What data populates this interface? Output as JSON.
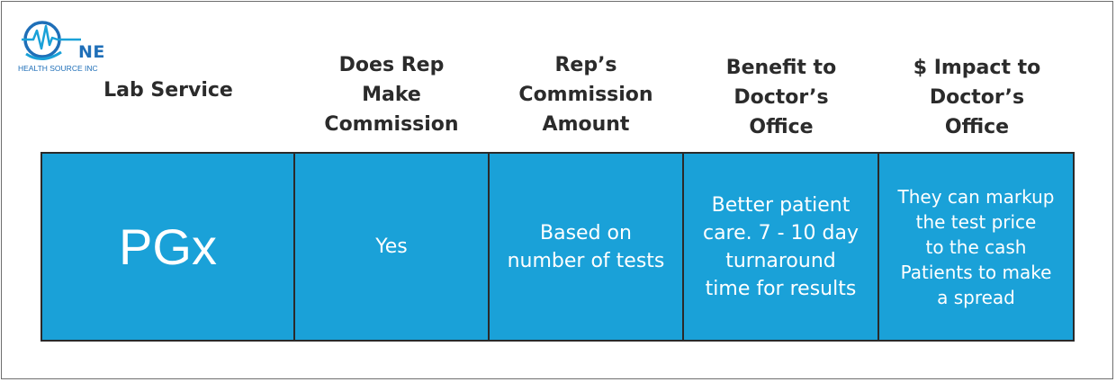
{
  "logo": {
    "icon": "heartbeat-globe-icon",
    "text": "NE",
    "subtitle": "HEALTH SOURCE INC"
  },
  "headers": [
    "Lab Service",
    "Does Rep\nMake\nCommission",
    "Rep’s\nCommission\nAmount",
    "Benefit to\nDoctor’s\nOffice",
    "$ Impact to\nDoctor’s\nOffice"
  ],
  "row": [
    "PGx",
    "Yes",
    "Based on\nnumber of tests",
    "Better patient\ncare.  7 - 10 day\nturnaround\ntime for results",
    "They can markup\nthe test price\nto the cash\nPatients to make\na spread"
  ],
  "colors": {
    "cell_background": "#1aa1d8",
    "header_text": "#2b2b2b",
    "logo_blue": "#1f6fb8",
    "border": "#2a2a2a"
  }
}
